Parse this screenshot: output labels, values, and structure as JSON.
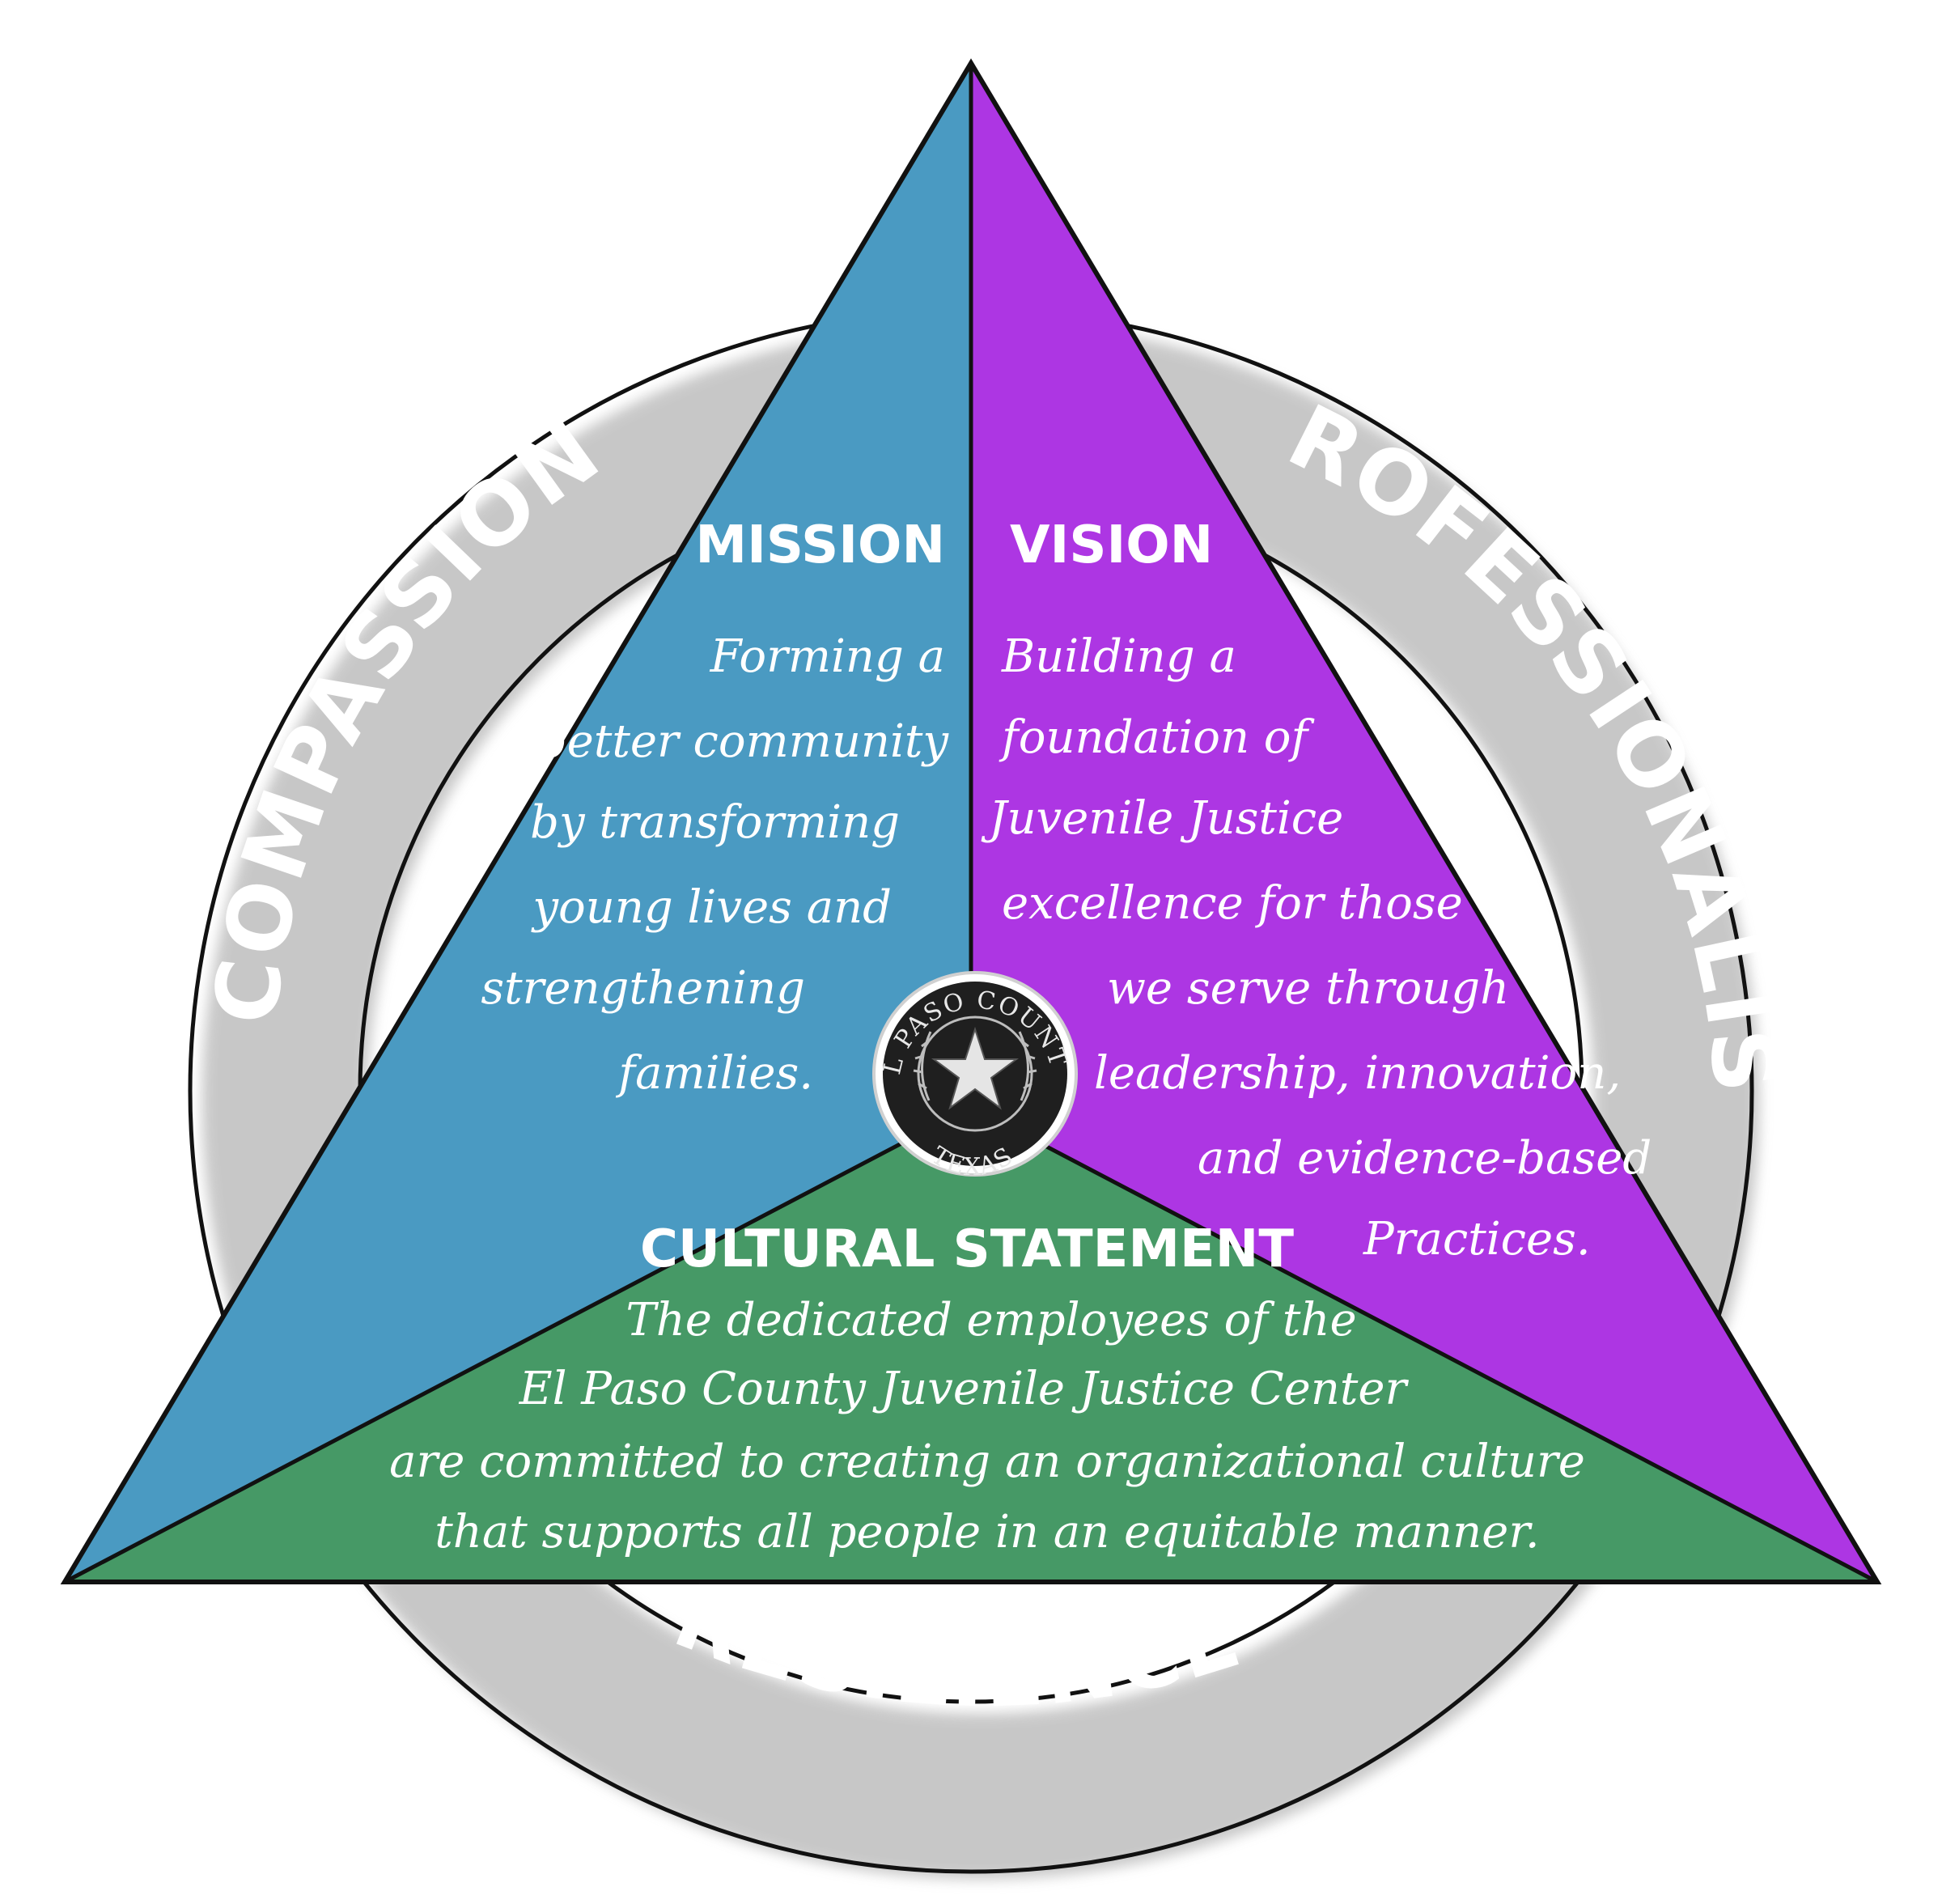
{
  "colors": {
    "blue": "#4a9ac2",
    "purple": "#ad36e3",
    "green": "#469966",
    "outline": "#111111",
    "seal": "#1f1f1f"
  },
  "ring_words": {
    "left": "COMPASSION",
    "right": "PROFESSIONALISM",
    "bottom": "RESILIENCE"
  },
  "mission": {
    "title": "MISSION",
    "lines": [
      "Forming a",
      "better community",
      "by transforming",
      "young lives and",
      "strengthening",
      "families."
    ]
  },
  "vision": {
    "title": "VISION",
    "lines": [
      "Building a",
      "foundation of",
      "Juvenile Justice",
      "excellence for those",
      "we serve through",
      "leadership, innovation,",
      "and evidence-based",
      "Practices."
    ]
  },
  "cultural": {
    "title": "CULTURAL STATEMENT",
    "lines": [
      "The dedicated employees of the",
      "El Paso County Juvenile Justice Center",
      "are committed to creating an organizational culture",
      "that supports all people in an equitable manner."
    ]
  },
  "seal": {
    "top_text": "EL PASO COUNTY",
    "bottom_text": "TEXAS",
    "icon": "star-icon"
  }
}
